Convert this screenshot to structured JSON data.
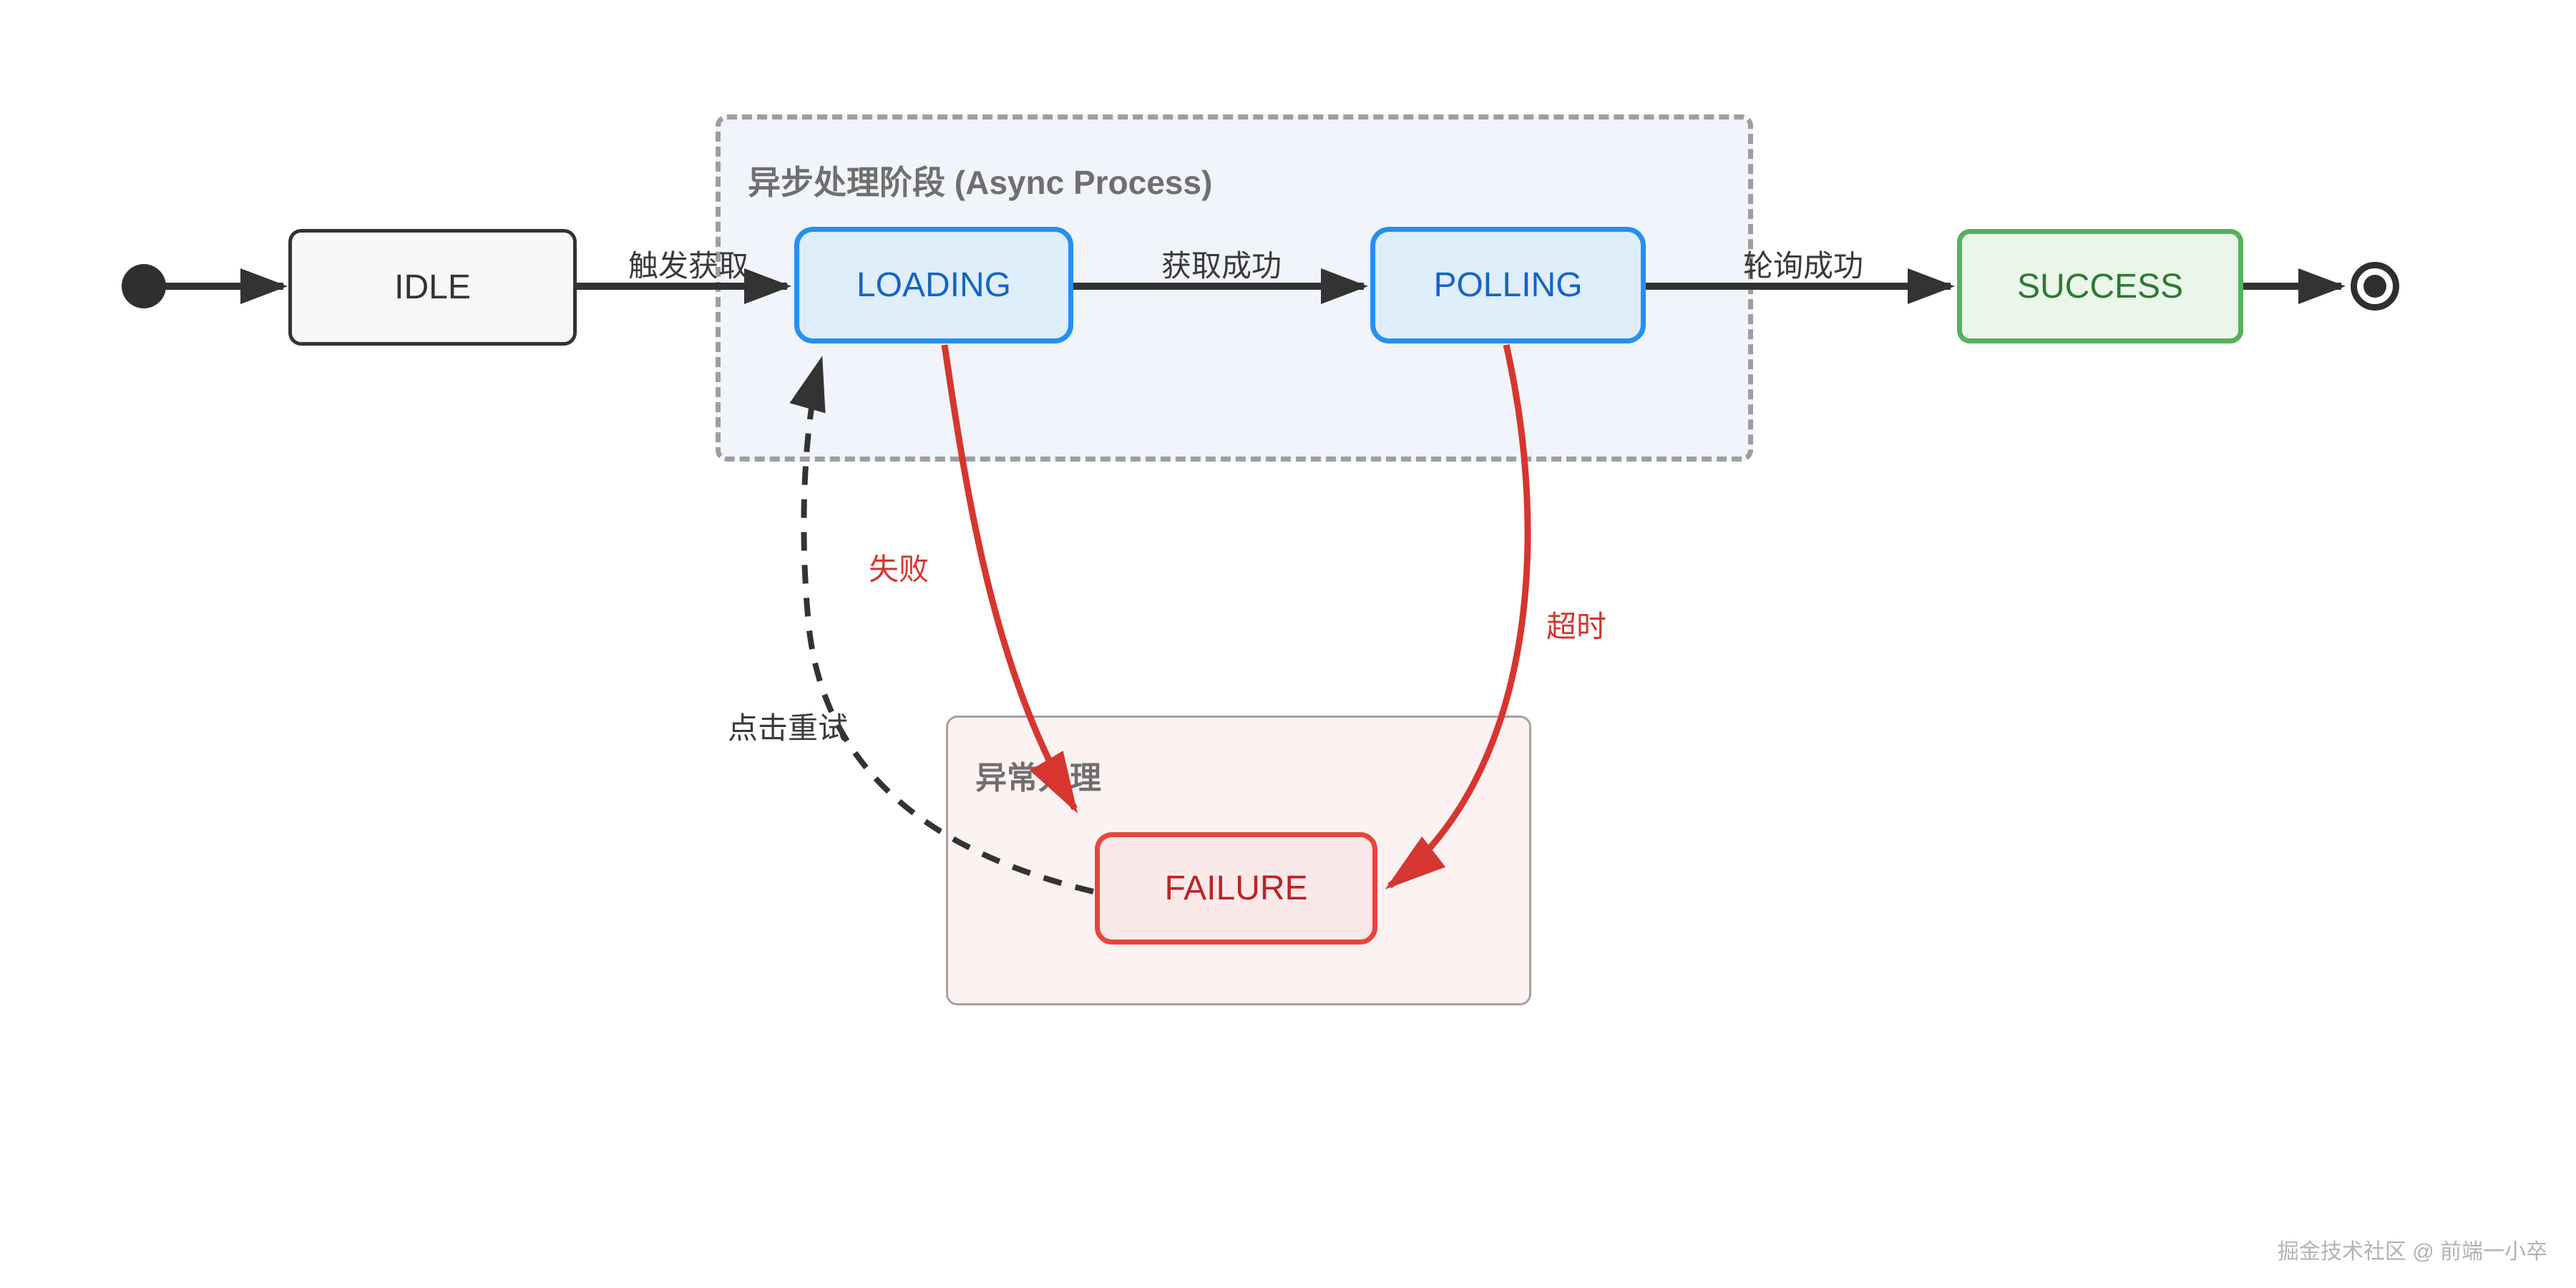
{
  "diagram": {
    "type": "state-machine",
    "background": "#ffffff"
  },
  "regions": {
    "async": {
      "label": "异步处理阶段 (Async Process)"
    },
    "exception": {
      "label": "异常处理"
    }
  },
  "nodes": {
    "start": {
      "type": "initial-state"
    },
    "idle": {
      "label": "IDLE"
    },
    "loading": {
      "label": "LOADING"
    },
    "polling": {
      "label": "POLLING"
    },
    "success": {
      "label": "SUCCESS"
    },
    "failure": {
      "label": "FAILURE"
    },
    "end": {
      "type": "final-state"
    }
  },
  "edges": [
    {
      "from": "start",
      "to": "idle",
      "label": ""
    },
    {
      "from": "idle",
      "to": "loading",
      "label": "触发获取"
    },
    {
      "from": "loading",
      "to": "polling",
      "label": "获取成功"
    },
    {
      "from": "polling",
      "to": "success",
      "label": "轮询成功"
    },
    {
      "from": "success",
      "to": "end",
      "label": ""
    },
    {
      "from": "loading",
      "to": "failure",
      "label": "失败",
      "style": "red-curve"
    },
    {
      "from": "polling",
      "to": "failure",
      "label": "超时",
      "style": "red-curve"
    },
    {
      "from": "failure",
      "to": "loading",
      "label": "点击重试",
      "style": "black-dashed-curve"
    }
  ],
  "colors": {
    "dark_stroke": "#333333",
    "blue_state_border": "#2590ef",
    "blue_state_fill": "#dfeefb",
    "blue_state_text": "#1565c0",
    "green_state_border": "#56b15c",
    "green_state_fill": "#eaf6ea",
    "green_state_text": "#2c7a35",
    "red_state_border": "#e8453c",
    "red_state_fill": "#fbe9e9",
    "red_state_text": "#b92428",
    "red_edge": "#d6362f",
    "async_region_fill": "#f1f4fa",
    "exception_region_fill": "#fdf2f2",
    "region_border": "#9e9e9e",
    "region_label_text": "#6f6f6f"
  },
  "watermark": "掘金技术社区 @ 前端一小卒"
}
